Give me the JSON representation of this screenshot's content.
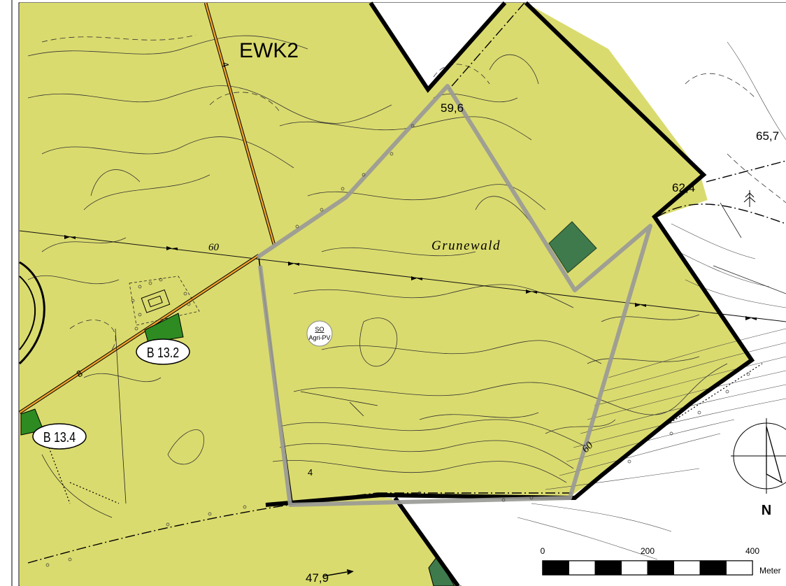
{
  "zone_label": "EWK2",
  "area_name": "Grunewald",
  "designation": {
    "line1": "SO",
    "line2": "Agri-PV"
  },
  "elevations": [
    "59,6",
    "65,7",
    "62,4",
    "60",
    "60",
    "47,9",
    "4"
  ],
  "road_numbers": [
    "4",
    "8"
  ],
  "badges": [
    "B 13.2",
    "B 13.4"
  ],
  "north_arrow": {
    "letter": "N"
  },
  "scale_bar": {
    "ticks": [
      "0",
      "200",
      "400"
    ],
    "unit": "Meter",
    "max_value": 400
  },
  "colors": {
    "agricultural_area": "#dadb6e",
    "outer_boundary": "#000000",
    "project_boundary": "#9a9a96",
    "woodland_patch": "#3e7a4c",
    "green_patch": "#2e8b22",
    "road": "#f0a028"
  },
  "icons": [
    "conifer-tree-icon",
    "north-arrow-icon"
  ]
}
